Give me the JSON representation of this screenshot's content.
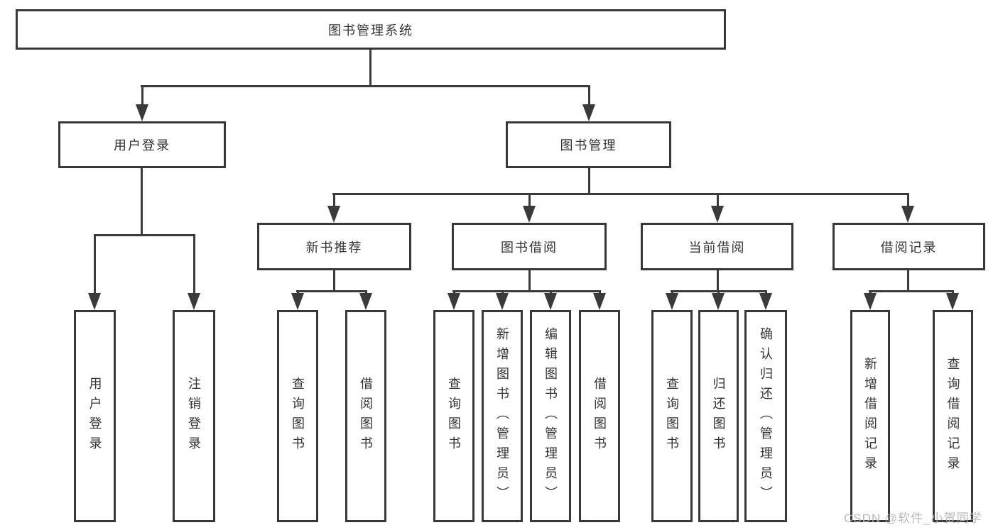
{
  "tree": {
    "root": {
      "label": "图书管理系统",
      "children": [
        {
          "label": "用户登录",
          "children": [
            {
              "label": "用户登录"
            },
            {
              "label": "注销登录"
            }
          ]
        },
        {
          "label": "图书管理",
          "children": [
            {
              "label": "新书推荐",
              "children": [
                {
                  "label": "查询图书"
                },
                {
                  "label": "借阅图书"
                }
              ]
            },
            {
              "label": "图书借阅",
              "children": [
                {
                  "label": "查询图书"
                },
                {
                  "label": "新增图书（管理员）"
                },
                {
                  "label": "编辑图书（管理员）"
                },
                {
                  "label": "借阅图书"
                }
              ]
            },
            {
              "label": "当前借阅",
              "children": [
                {
                  "label": "查询图书"
                },
                {
                  "label": "归还图书"
                },
                {
                  "label": "确认归还（管理员）"
                }
              ]
            },
            {
              "label": "借阅记录",
              "children": [
                {
                  "label": "新增借阅记录"
                },
                {
                  "label": "查询借阅记录"
                }
              ]
            }
          ]
        }
      ]
    }
  },
  "watermark": {
    "text": "CSDN @软件_小贺同学"
  },
  "colors": {
    "line": "#3a3a3a",
    "border": "#383838",
    "text": "#333333",
    "watermark": "#b4b4b4",
    "background": "#ffffff"
  }
}
